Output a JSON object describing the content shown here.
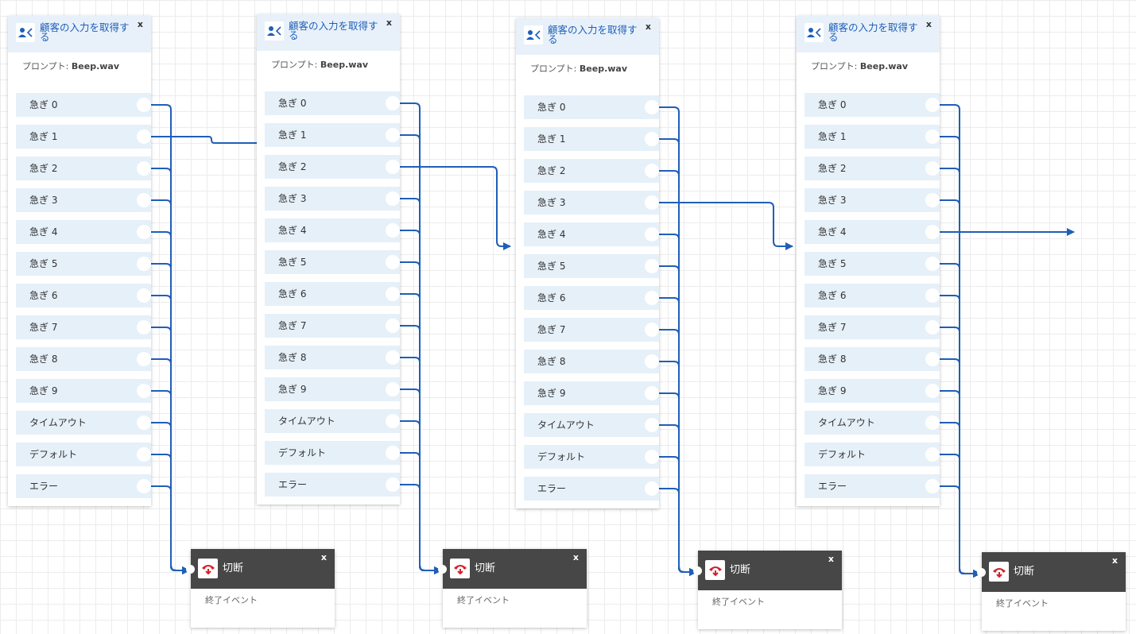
{
  "blocks": [
    {
      "title": "顧客の入力を取得する",
      "close": "x",
      "prompt_label": "プロンプト:",
      "prompt_value": "Beep.wav",
      "rows": [
        "急ぎ 0",
        "急ぎ 1",
        "急ぎ 2",
        "急ぎ 3",
        "急ぎ 4",
        "急ぎ 5",
        "急ぎ 6",
        "急ぎ 7",
        "急ぎ 8",
        "急ぎ 9",
        "タイムアウト",
        "デフォルト",
        "エラー"
      ]
    },
    {
      "title": "顧客の入力を取得する",
      "close": "x",
      "prompt_label": "プロンプト:",
      "prompt_value": "Beep.wav",
      "rows": [
        "急ぎ 0",
        "急ぎ 1",
        "急ぎ 2",
        "急ぎ 3",
        "急ぎ 4",
        "急ぎ 5",
        "急ぎ 6",
        "急ぎ 7",
        "急ぎ 8",
        "急ぎ 9",
        "タイムアウト",
        "デフォルト",
        "エラー"
      ]
    },
    {
      "title": "顧客の入力を取得する",
      "close": "x",
      "prompt_label": "プロンプト:",
      "prompt_value": "Beep.wav",
      "rows": [
        "急ぎ 0",
        "急ぎ 1",
        "急ぎ 2",
        "急ぎ 3",
        "急ぎ 4",
        "急ぎ 5",
        "急ぎ 6",
        "急ぎ 7",
        "急ぎ 8",
        "急ぎ 9",
        "タイムアウト",
        "デフォルト",
        "エラー"
      ]
    },
    {
      "title": "顧客の入力を取得する",
      "close": "x",
      "prompt_label": "プロンプト:",
      "prompt_value": "Beep.wav",
      "rows": [
        "急ぎ 0",
        "急ぎ 1",
        "急ぎ 2",
        "急ぎ 3",
        "急ぎ 4",
        "急ぎ 5",
        "急ぎ 6",
        "急ぎ 7",
        "急ぎ 8",
        "急ぎ 9",
        "タイムアウト",
        "デフォルト",
        "エラー"
      ]
    }
  ],
  "disconnects": [
    {
      "title": "切断",
      "close": "x",
      "subtitle": "終了イベント"
    },
    {
      "title": "切断",
      "close": "x",
      "subtitle": "終了イベント"
    },
    {
      "title": "切断",
      "close": "x",
      "subtitle": "終了イベント"
    },
    {
      "title": "切断",
      "close": "x",
      "subtitle": "終了イベント"
    }
  ],
  "colors": {
    "wire": "#1f5fb8",
    "header": "#e8f1fa",
    "row": "#e6f0f9",
    "disconnect_header": "#474747",
    "phone": "#d6202a"
  }
}
